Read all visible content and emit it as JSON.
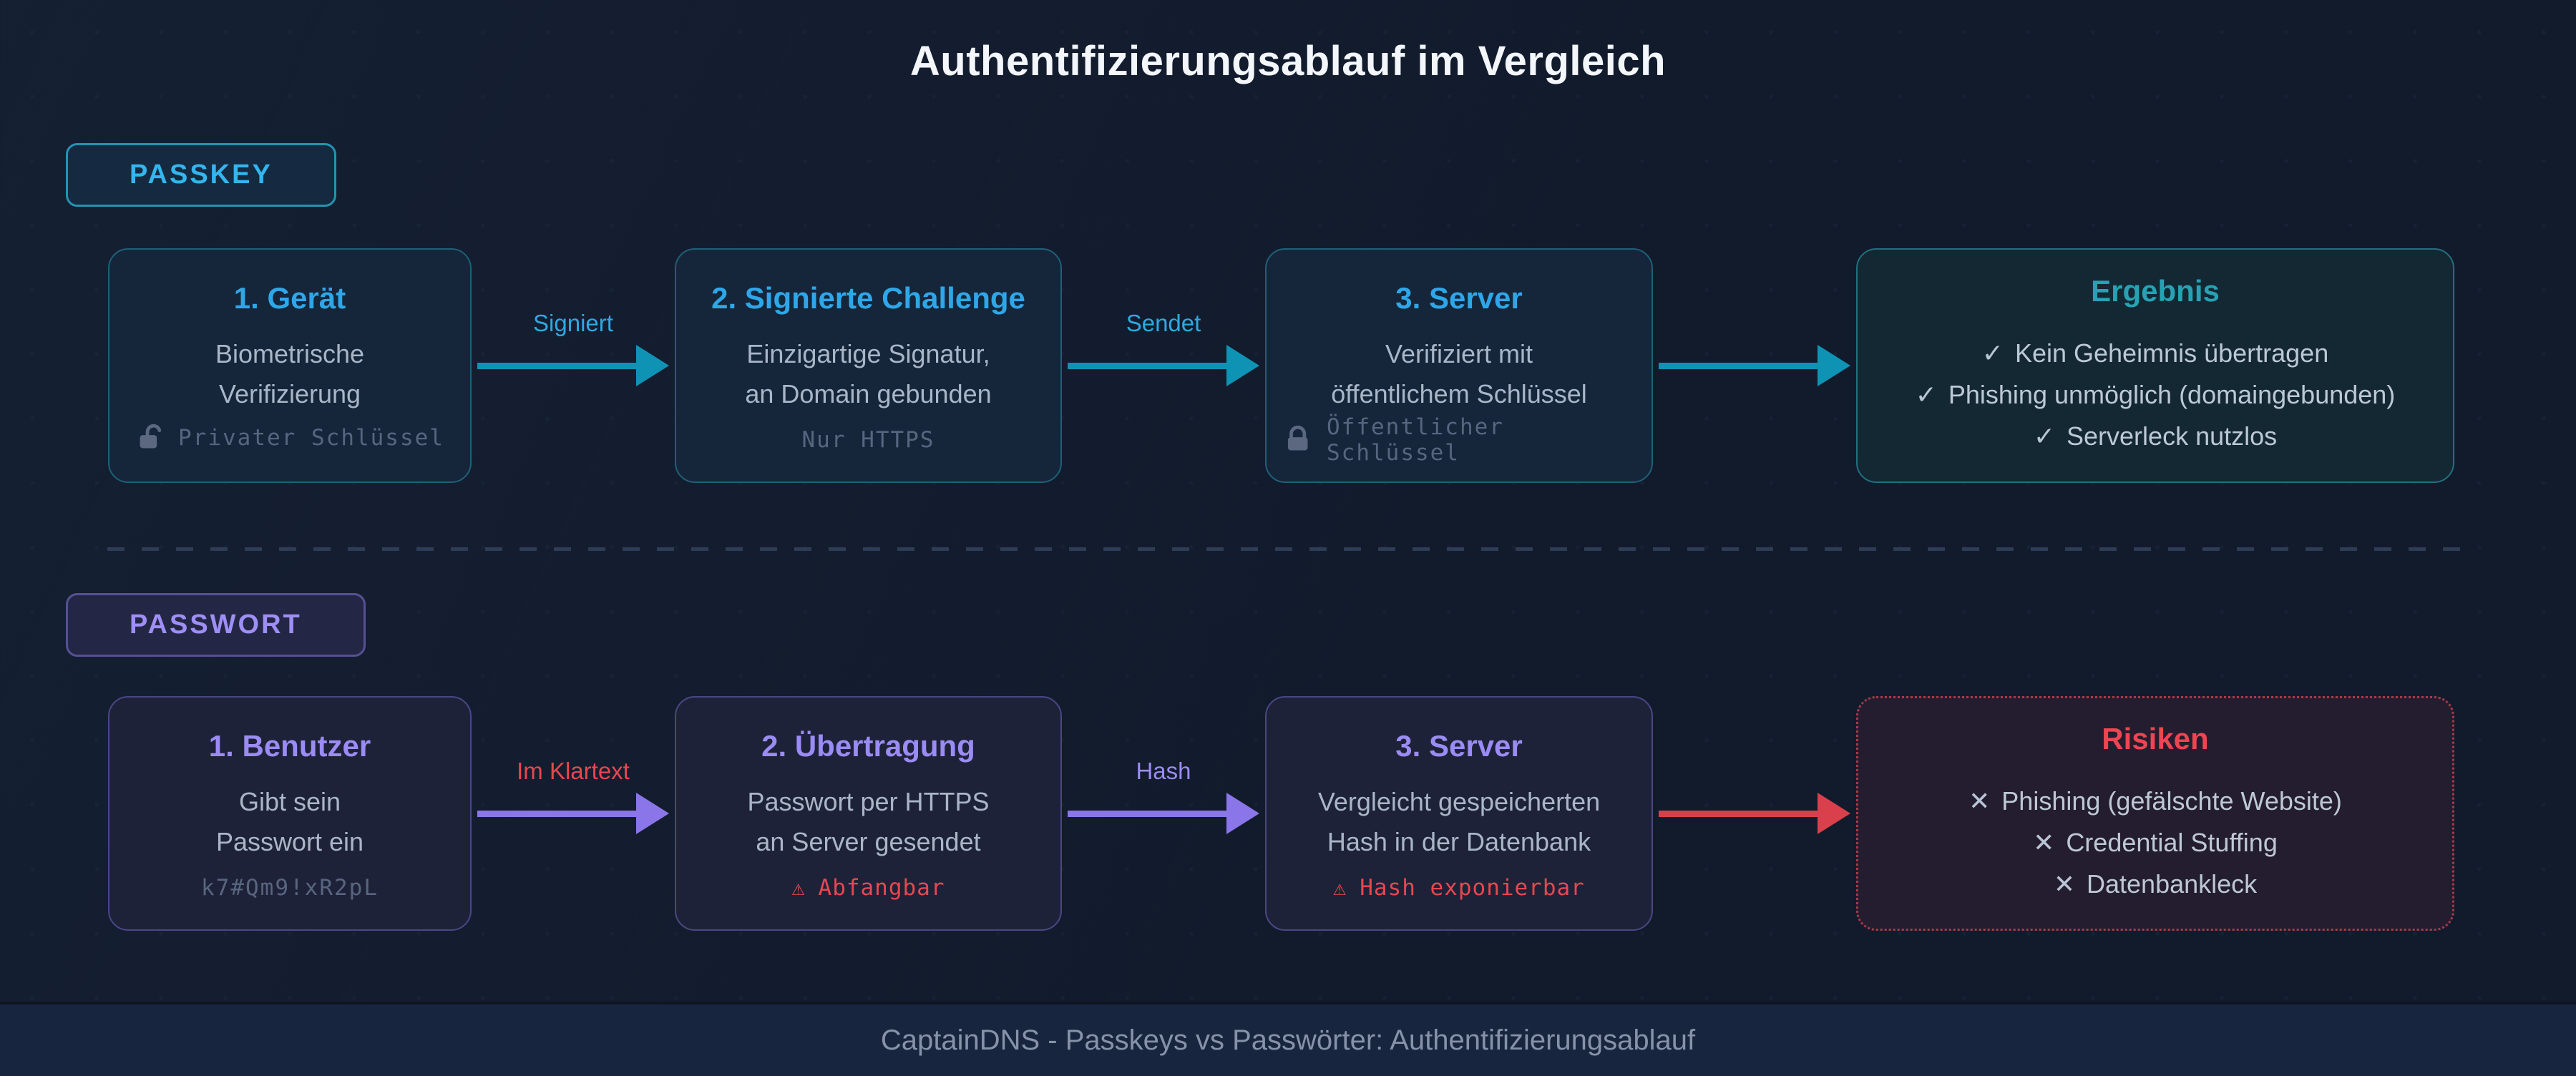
{
  "header": {
    "title": "Authentifizierungsablauf im Vergleich"
  },
  "footer": {
    "text": "CaptainDNS - Passkeys vs Passwörter: Authentifizierungsablauf"
  },
  "icons": {
    "warning": "⚠"
  },
  "colors": {
    "background": "#121b2c",
    "passkey_accent": "#2ea7e9",
    "passkey_arrow": "#0f93b5",
    "result_accent": "#27a2b5",
    "password_accent": "#9b8bf4",
    "password_arrow": "#8a76e8",
    "risk_accent": "#ef4452",
    "risk_arrow": "#d9404c"
  },
  "passkey": {
    "badge": "PASSKEY",
    "steps": [
      {
        "title": "1. Gerät",
        "line1": "Biometrische",
        "line2": "Verifizierung",
        "note": "Privater Schlüssel"
      },
      {
        "title": "2. Signierte Challenge",
        "line1": "Einzigartige Signatur,",
        "line2": "an Domain gebunden",
        "note": "Nur HTTPS"
      },
      {
        "title": "3. Server",
        "line1": "Verifiziert mit",
        "line2": "öffentlichem Schlüssel",
        "note": "Öffentlicher Schlüssel"
      }
    ],
    "arrow1": "Signiert",
    "arrow2": "Sendet",
    "result": {
      "title": "Ergebnis",
      "bullet": "✓",
      "items": [
        "Kein Geheimnis übertragen",
        "Phishing unmöglich (domaingebunden)",
        "Serverleck nutzlos"
      ]
    }
  },
  "password": {
    "badge": "PASSWORT",
    "steps": [
      {
        "title": "1. Benutzer",
        "line1": "Gibt sein",
        "line2": "Passwort ein",
        "note": "k7#Qm9!xR2pL"
      },
      {
        "title": "2. Übertragung",
        "line1": "Passwort per HTTPS",
        "line2": "an Server gesendet",
        "note": "Abfangbar"
      },
      {
        "title": "3. Server",
        "line1": "Vergleicht gespeicherten",
        "line2": "Hash in der Datenbank",
        "note": "Hash exponierbar"
      }
    ],
    "arrow1": "Im Klartext",
    "arrow2": "Hash",
    "result": {
      "title": "Risiken",
      "bullet": "✕",
      "items": [
        "Phishing (gefälschte Website)",
        "Credential Stuffing",
        "Datenbankleck"
      ]
    }
  }
}
